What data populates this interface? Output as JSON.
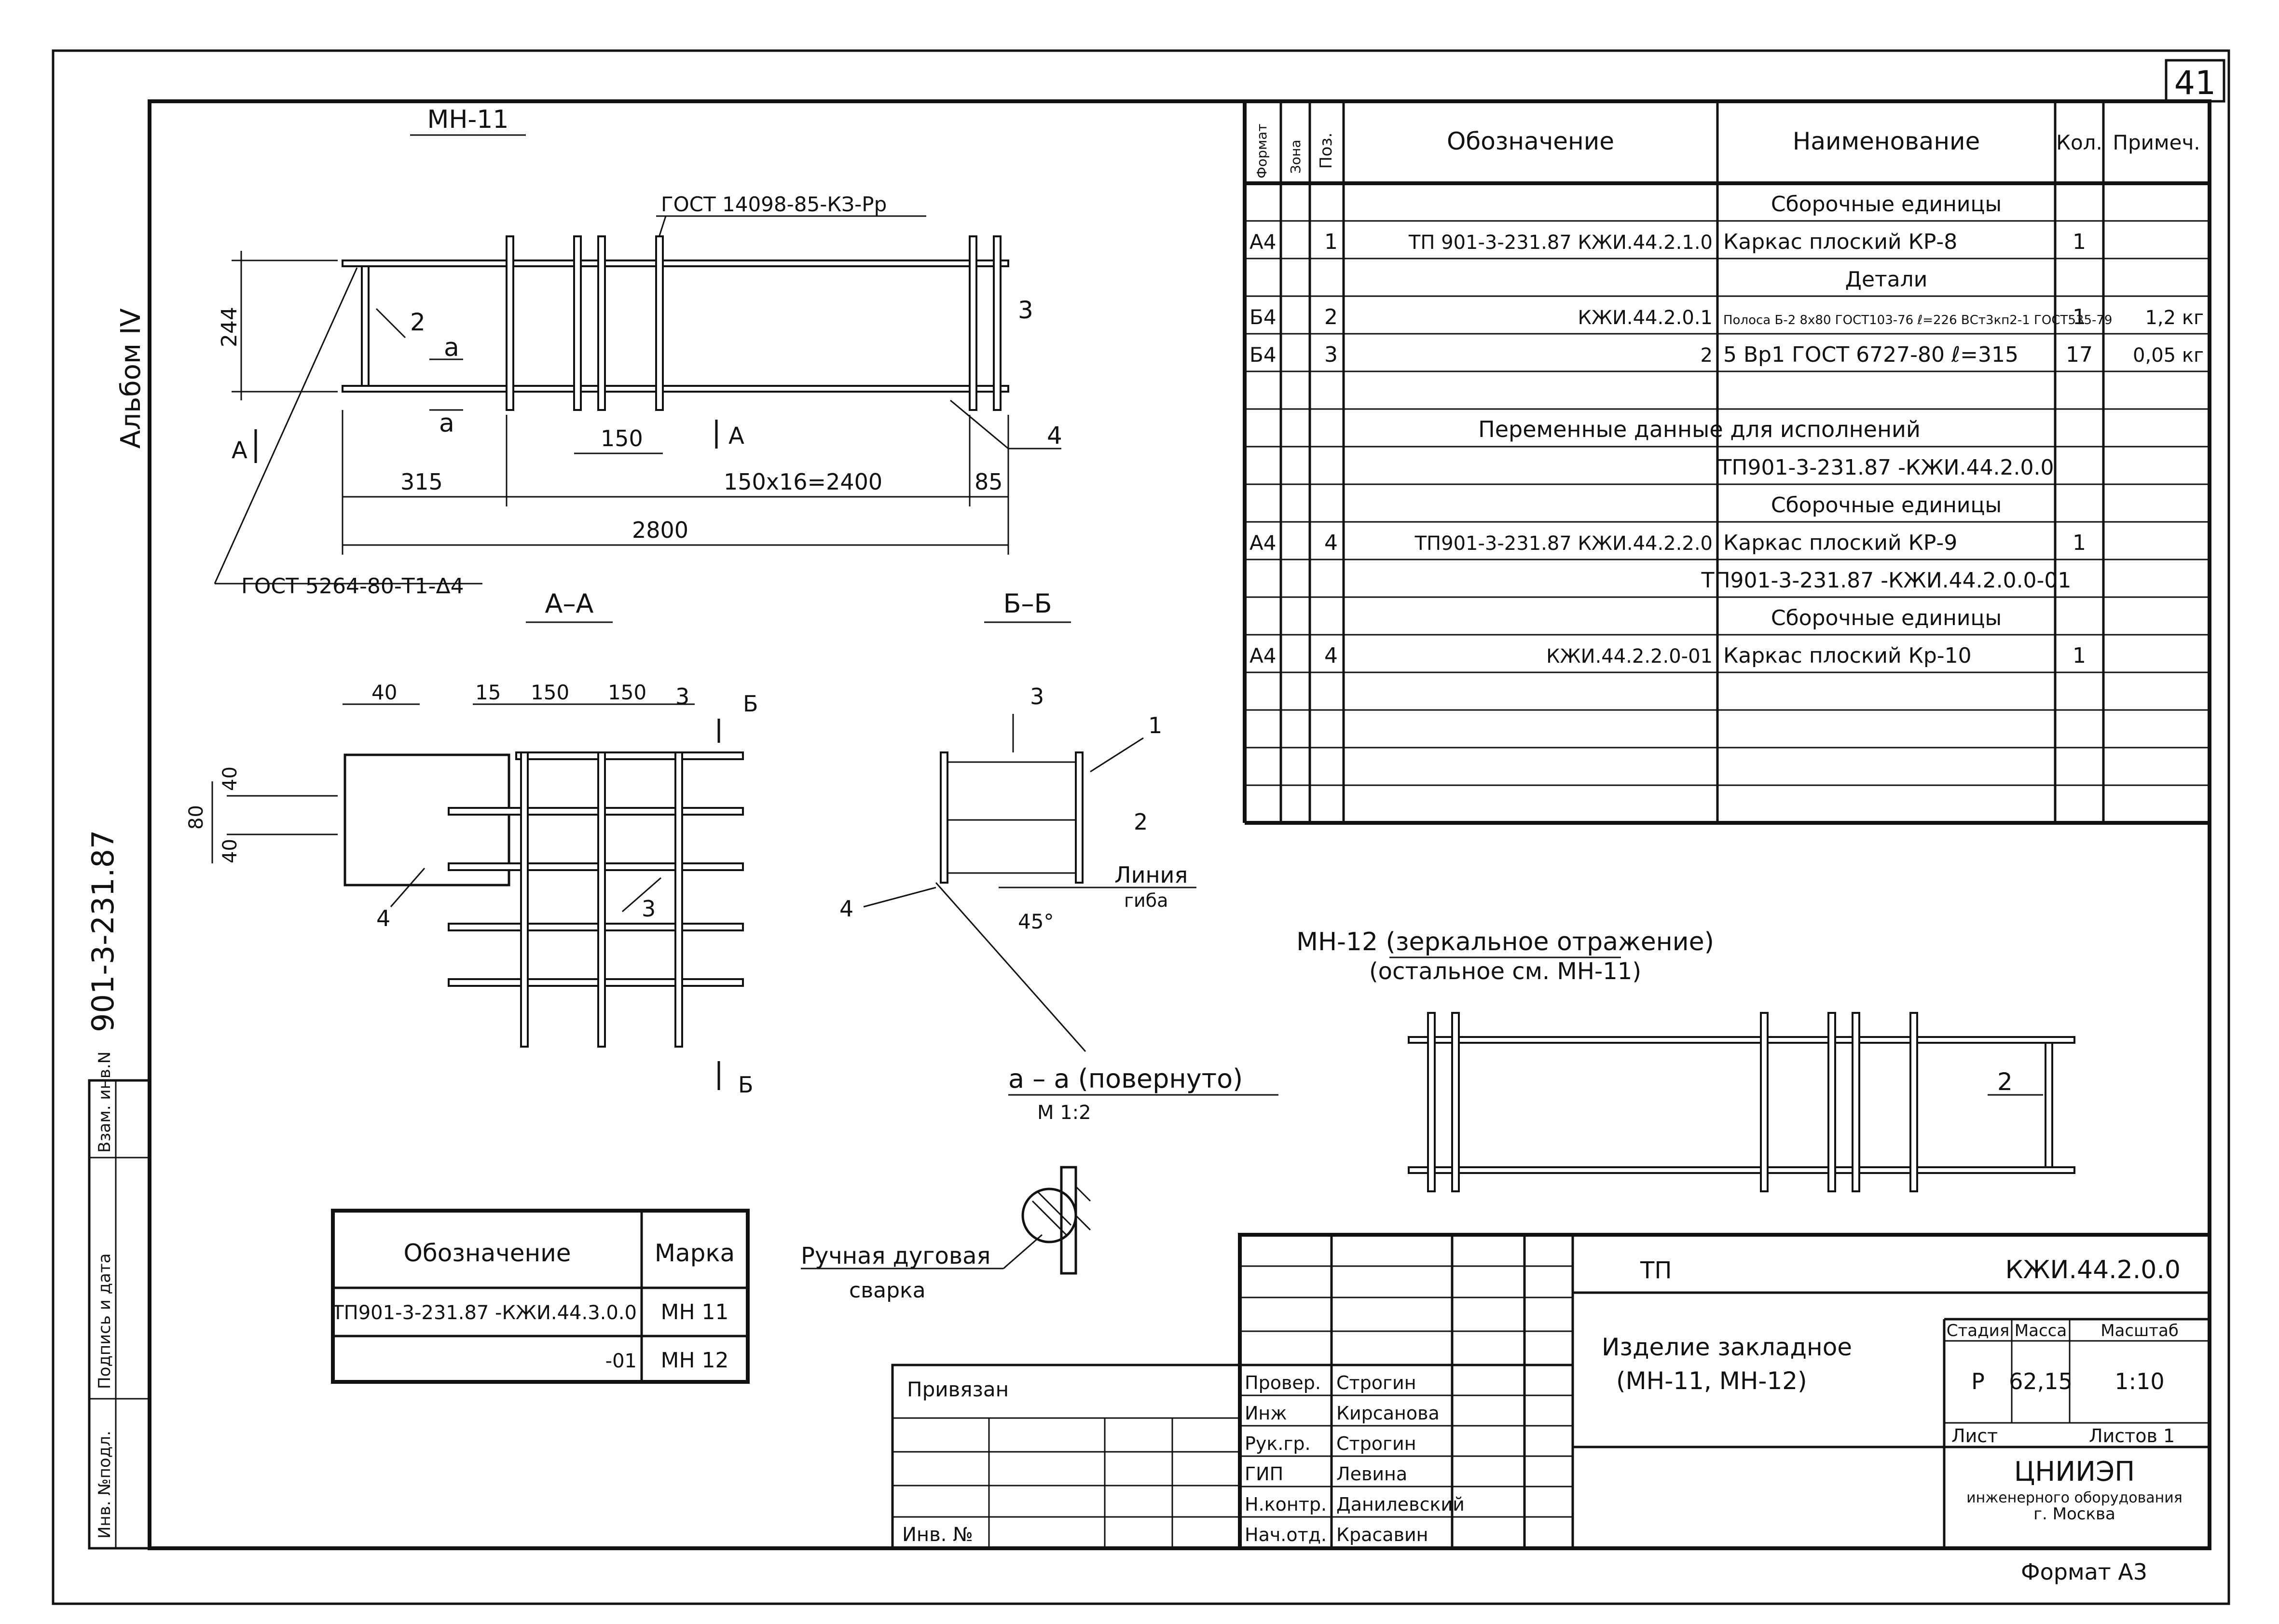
{
  "sheet_number": "41",
  "side_left": {
    "album": "Альбом IV",
    "series": "901-3-231.87",
    "stamp_cols": [
      "Инв. №подл.",
      "Подпись и дата",
      "Взам. инв.N"
    ]
  },
  "views": {
    "mn11_title": "МН-11",
    "gost_top": "ГОСТ 14098-85-КЗ-Рр",
    "gost_bottom": "ГОСТ 5264-80-Т1-Δ4",
    "pos_2": "2",
    "pos_3": "3",
    "pos_4": "4",
    "pos_1": "1",
    "dim_244": "244",
    "dim_315": "315",
    "dim_150": "150",
    "dim_150x16": "150х16=2400",
    "dim_85": "85",
    "dim_2800": "2800",
    "cut_a": "а",
    "cut_A": "А",
    "section_aa": "А–А",
    "section_bb": "Б–Б",
    "sec_dim_40": "40",
    "sec_dim_15": "15",
    "sec_dim_150": "150",
    "sec_dim_80": "80",
    "cut_b": "Б",
    "line_bend_1": "Линия",
    "line_bend_2": "гиба",
    "angle": "45°",
    "aa_rotated": "а – а (повернуто)",
    "aa_scale": "М 1:2",
    "mn12_title": "МН-12 (зеркальное отражение)",
    "mn12_sub": "(остальное см. МН-11)",
    "weld_1": "Ручная дуговая",
    "weld_2": "сварка"
  },
  "spec_table": {
    "headers": [
      "Формат",
      "Зона",
      "Поз.",
      "Обозначение",
      "Наименование",
      "Кол.",
      "Примеч."
    ],
    "rows": [
      {
        "fmt": "",
        "zone": "",
        "pos": "",
        "des": "",
        "name": "Сборочные единицы",
        "qty": "",
        "note": "",
        "center": true
      },
      {
        "fmt": "А4",
        "zone": "",
        "pos": "1",
        "des": "ТП 901-3-231.87   КЖИ.44.2.1.0",
        "name": "Каркас плоский КР-8",
        "qty": "1",
        "note": ""
      },
      {
        "fmt": "",
        "zone": "",
        "pos": "",
        "des": "",
        "name": "Детали",
        "qty": "",
        "note": "",
        "center": true
      },
      {
        "fmt": "Б4",
        "zone": "",
        "pos": "2",
        "des": "КЖИ.44.2.0.1",
        "name": "Полоса Б-2 8х80 ГОСТ103-76 ℓ=226 ВСт3кп2-1 ГОСТ535-79",
        "qty": "1",
        "note": "1,2 кг"
      },
      {
        "fmt": "Б4",
        "zone": "",
        "pos": "3",
        "des": "2",
        "name": "5 Вр1 ГОСТ 6727-80 ℓ=315",
        "qty": "17",
        "note": "0,05 кг"
      },
      {
        "fmt": "",
        "zone": "",
        "pos": "",
        "des": "",
        "name": "",
        "qty": "",
        "note": ""
      },
      {
        "fmt": "",
        "zone": "",
        "pos": "",
        "des": "Переменные данные для исполнений",
        "name": "",
        "qty": "",
        "note": "",
        "span": true
      },
      {
        "fmt": "",
        "zone": "",
        "pos": "",
        "des": "",
        "name": "ТП901-3-231.87  -КЖИ.44.2.0.0",
        "qty": "",
        "note": "",
        "center": true
      },
      {
        "fmt": "",
        "zone": "",
        "pos": "",
        "des": "",
        "name": "Сборочные единицы",
        "qty": "",
        "note": "",
        "center": true
      },
      {
        "fmt": "А4",
        "zone": "",
        "pos": "4",
        "des": "ТП901-3-231.87   КЖИ.44.2.2.0",
        "name": "Каркас плоский КР-9",
        "qty": "1",
        "note": ""
      },
      {
        "fmt": "",
        "zone": "",
        "pos": "",
        "des": "",
        "name": "ТП901-3-231.87  -КЖИ.44.2.0.0-01",
        "qty": "",
        "note": "",
        "center": true
      },
      {
        "fmt": "",
        "zone": "",
        "pos": "",
        "des": "",
        "name": "Сборочные единицы",
        "qty": "",
        "note": "",
        "center": true
      },
      {
        "fmt": "А4",
        "zone": "",
        "pos": "4",
        "des": "КЖИ.44.2.2.0-01",
        "name": "Каркас плоский Кр-10",
        "qty": "1",
        "note": ""
      },
      {
        "fmt": "",
        "zone": "",
        "pos": "",
        "des": "",
        "name": "",
        "qty": "",
        "note": ""
      },
      {
        "fmt": "",
        "zone": "",
        "pos": "",
        "des": "",
        "name": "",
        "qty": "",
        "note": ""
      },
      {
        "fmt": "",
        "zone": "",
        "pos": "",
        "des": "",
        "name": "",
        "qty": "",
        "note": ""
      },
      {
        "fmt": "",
        "zone": "",
        "pos": "",
        "des": "",
        "name": "",
        "qty": "",
        "note": ""
      }
    ]
  },
  "mark_table": {
    "headers": [
      "Обозначение",
      "Марка"
    ],
    "rows": [
      {
        "des": "ТП901-3-231.87 -КЖИ.44.3.0.0",
        "mark": "МН 11"
      },
      {
        "des": "-01",
        "mark": "МН 12"
      }
    ]
  },
  "title_block": {
    "privyazan": "Привязан",
    "inv_no": "Инв. №",
    "tp": "ТП",
    "code": "КЖИ.44.2.0.0",
    "name_1": "Изделие закладное",
    "name_2": "(МН-11, МН-12)",
    "stage_label": "Стадия",
    "mass_label": "Масса",
    "scale_label": "Масштаб",
    "stage": "Р",
    "mass": "62,15",
    "scale": "1:10",
    "sheet_label": "Лист",
    "sheets_label": "Листов 1",
    "org_1": "ЦНИИЭП",
    "org_2": "инженерного оборудования",
    "org_3": "г. Москва",
    "format": "Формат А3",
    "staff": [
      {
        "role": "Провер.",
        "name": "Строгин"
      },
      {
        "role": "Инж",
        "name": "Кирсанова"
      },
      {
        "role": "Рук.гр.",
        "name": "Строгин"
      },
      {
        "role": "ГИП",
        "name": "Левина"
      },
      {
        "role": "Н.контр.",
        "name": "Данилевский"
      },
      {
        "role": "Нач.отд.",
        "name": "Красавин"
      }
    ]
  }
}
